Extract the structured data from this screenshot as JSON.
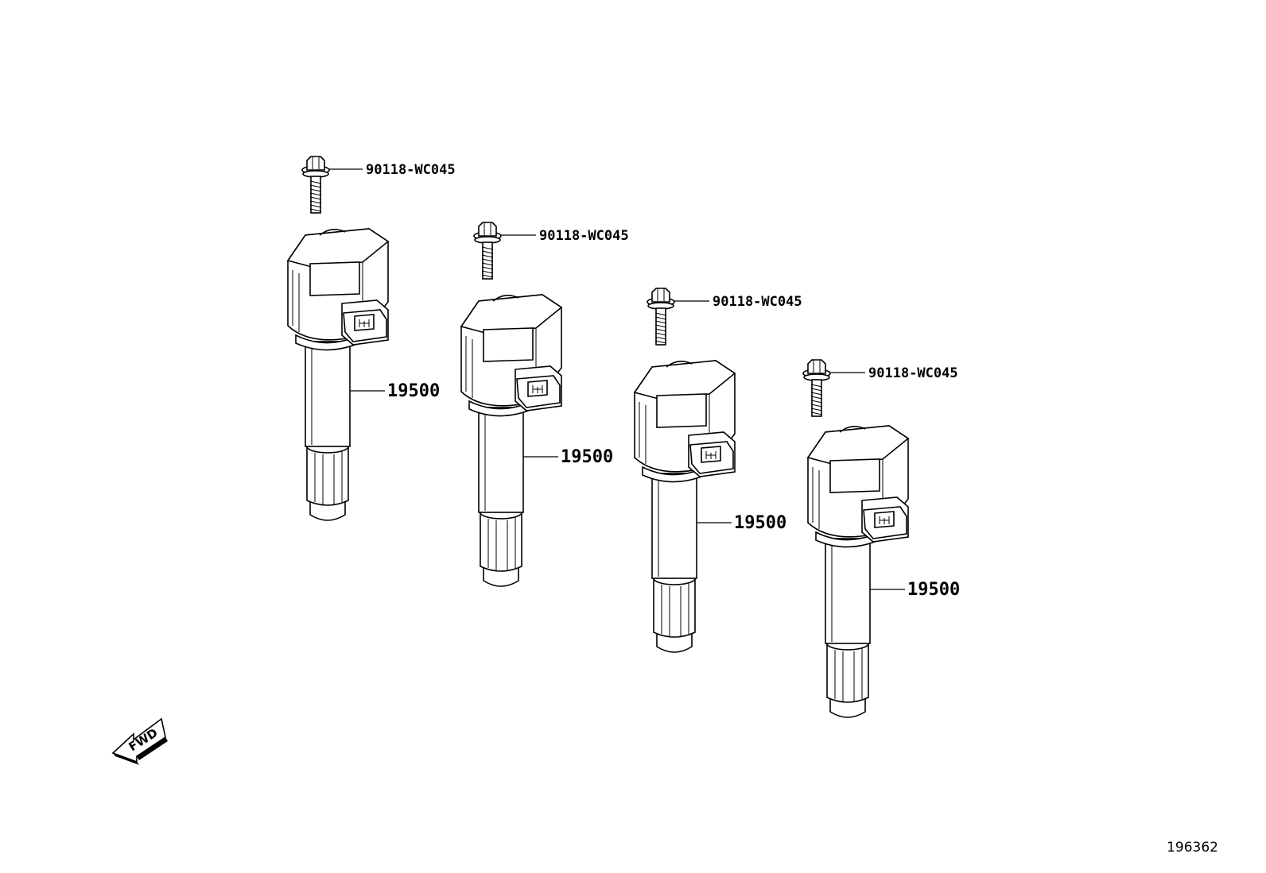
{
  "diagram": {
    "assemblies": [
      {
        "bolt_part": "90118-WC045",
        "coil_part": "19500"
      },
      {
        "bolt_part": "90118-WC045",
        "coil_part": "19500"
      },
      {
        "bolt_part": "90118-WC045",
        "coil_part": "19500"
      },
      {
        "bolt_part": "90118-WC045",
        "coil_part": "19500"
      }
    ],
    "direction_arrow": {
      "label": "FWD",
      "icon": "fwd-arrow-icon"
    },
    "figure_number": "196362"
  }
}
